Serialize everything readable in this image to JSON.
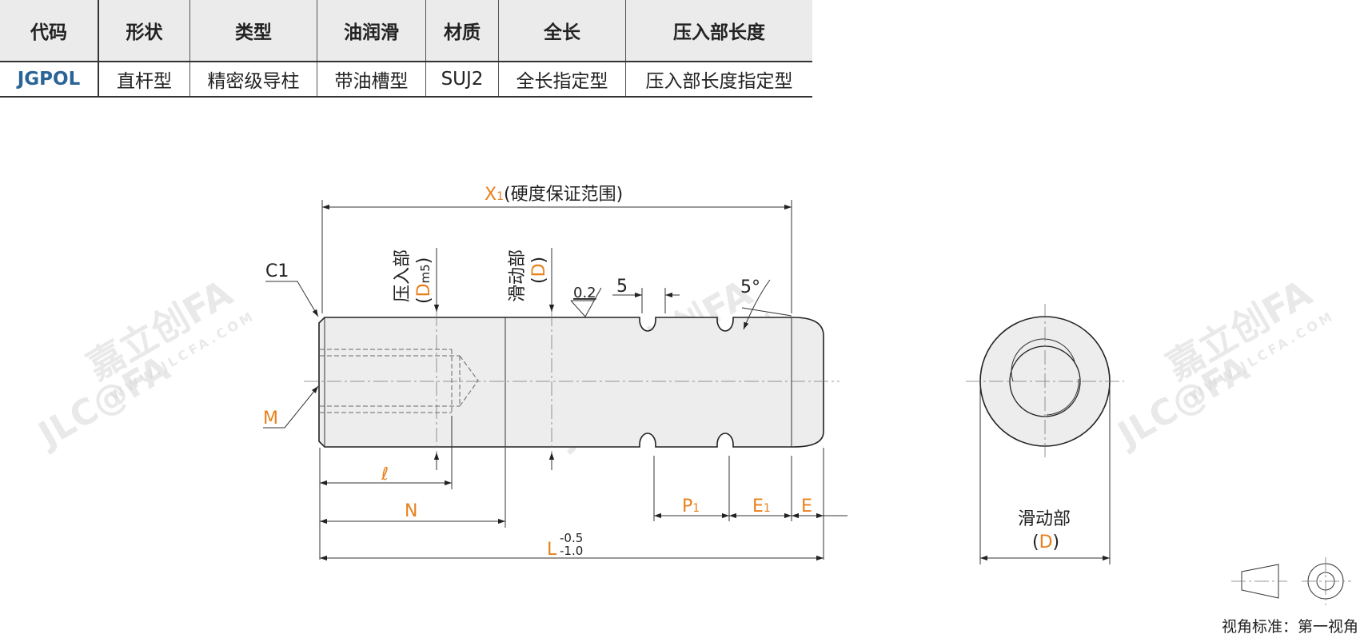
{
  "table": {
    "headers": [
      "代码",
      "形状",
      "类型",
      "油润滑",
      "材质",
      "全长",
      "压入部长度"
    ],
    "row": [
      "JGPOL",
      "直杆型",
      "精密级导柱",
      "带油槽型",
      "SUJ2",
      "全长指定型",
      "压入部长度指定型"
    ]
  },
  "drawing": {
    "x1_symbol": "X",
    "x1_sub": "1",
    "x1_note": "(硬度保证范围)",
    "c1": "C1",
    "m": "M",
    "press_label": "压入部",
    "press_sym_open": "(",
    "press_sym": "D",
    "press_sub": "m5",
    "press_sym_close": ")",
    "slide_label": "滑动部",
    "slide_sym_open": "(",
    "slide_sym": "D",
    "slide_sym_close": ")",
    "roughness": "0.2",
    "dim_5": "5",
    "angle": "5°",
    "ell": "ℓ",
    "n": "N",
    "p1": "P",
    "p1_sub": "1",
    "e1": "E",
    "e1_sub": "1",
    "e": "E",
    "l": "L",
    "l_tol_upper": "-0.5",
    "l_tol_lower": "-1.0",
    "end_label": "滑动部",
    "end_sym_open": "(",
    "end_sym": "D",
    "end_sym_close": ")",
    "view_standard": "视角标准：第一视角"
  },
  "watermark": {
    "brand": "嘉立创FA",
    "logo": "JLC@FA",
    "url": "WWW.JLCFA.COM"
  },
  "colors": {
    "accent_orange": "#e8801c",
    "code_blue": "#2a6496",
    "header_bg": "#ebebeb"
  }
}
